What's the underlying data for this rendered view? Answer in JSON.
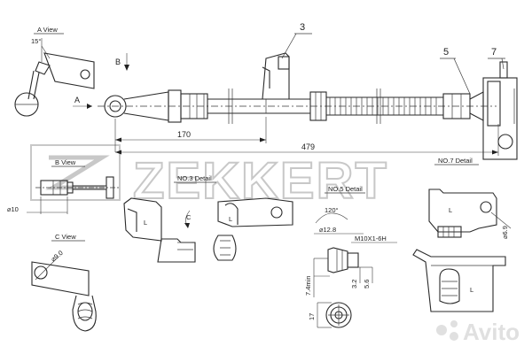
{
  "labels": {
    "a_view": "A View",
    "b_view": "B View",
    "c_view": "C View",
    "no3": "NO.3 Detail",
    "no5": "NO.5 Detail",
    "no7": "NO.7 Detail",
    "a": "A",
    "b": "B",
    "c": "C",
    "l1": "L",
    "l2": "L",
    "l3": "L",
    "l4": "L",
    "callout3": "3",
    "callout5": "5",
    "callout7": "7"
  },
  "dimensions": {
    "angle15": "15°",
    "d170": "170",
    "d479": "479",
    "phi10": "⌀10",
    "phi9": "⌀9.0",
    "phi12_8": "⌀12.8",
    "angle120": "120°",
    "thread": "M10X1-6H",
    "d3_2": "3.2",
    "d5_6": "5.6",
    "d7_4": "7.4min",
    "d17": "17",
    "phi6_9": "⌀6.9"
  },
  "watermark": {
    "brand": "ZEKKERT",
    "avito": "Avito"
  }
}
